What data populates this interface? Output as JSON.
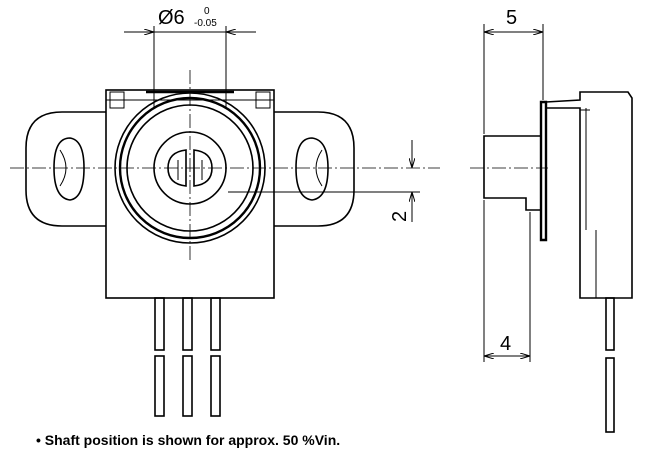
{
  "dimensions": {
    "shaft_diameter": "Ø6",
    "tolerance_upper": "0",
    "tolerance_lower": "-0.05",
    "width_top": "5",
    "offset": "2",
    "depth_bottom": "4"
  },
  "note": {
    "bullet": "•",
    "text": "Shaft position is shown for approx. 50 %Vin."
  }
}
